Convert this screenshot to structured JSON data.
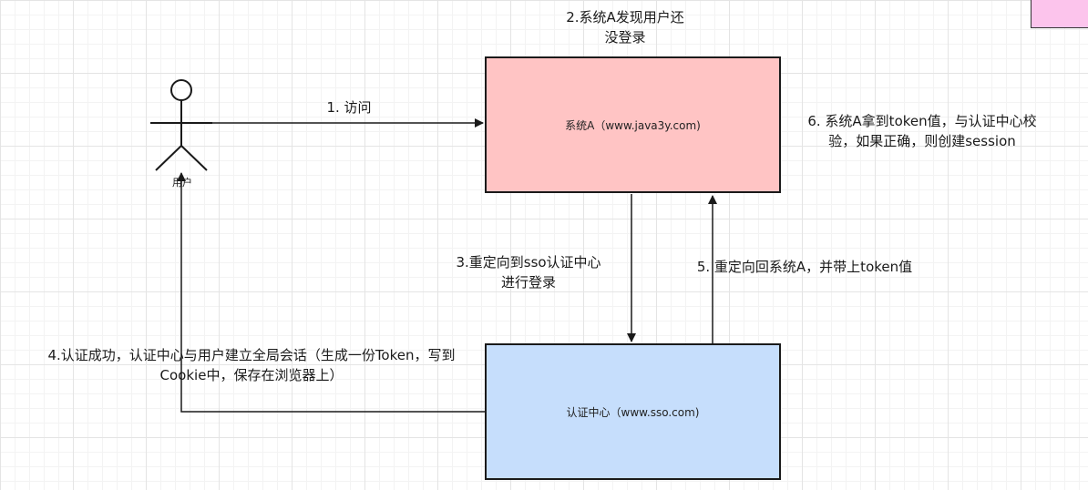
{
  "nodes": {
    "actor": {
      "label": "用户"
    },
    "system_a": {
      "label": "系统A（www.java3y.com)",
      "fill": "#ffc4c4"
    },
    "sso": {
      "label": "认证中心（www.sso.com)",
      "fill": "#c6defc"
    },
    "corner": {
      "fill": "#fcc4ec"
    }
  },
  "steps": {
    "step1": "1.  访问",
    "step2": [
      "2.系统A发现用户还",
      "没登录"
    ],
    "step3": [
      "3.重定向到sso认证中心",
      "进行登录"
    ],
    "step4": [
      "4.认证成功，认证中心与用户建立全局会话（生成一份Token，写到",
      "Cookie中，保存在浏览器上）"
    ],
    "step5": "5. 重定向回系统A，并带上token值",
    "step6": [
      "6. 系统A拿到token值，与认证中心校",
      "验，如果正确，则创建session"
    ]
  },
  "colors": {
    "line": "#1a1a1a"
  }
}
